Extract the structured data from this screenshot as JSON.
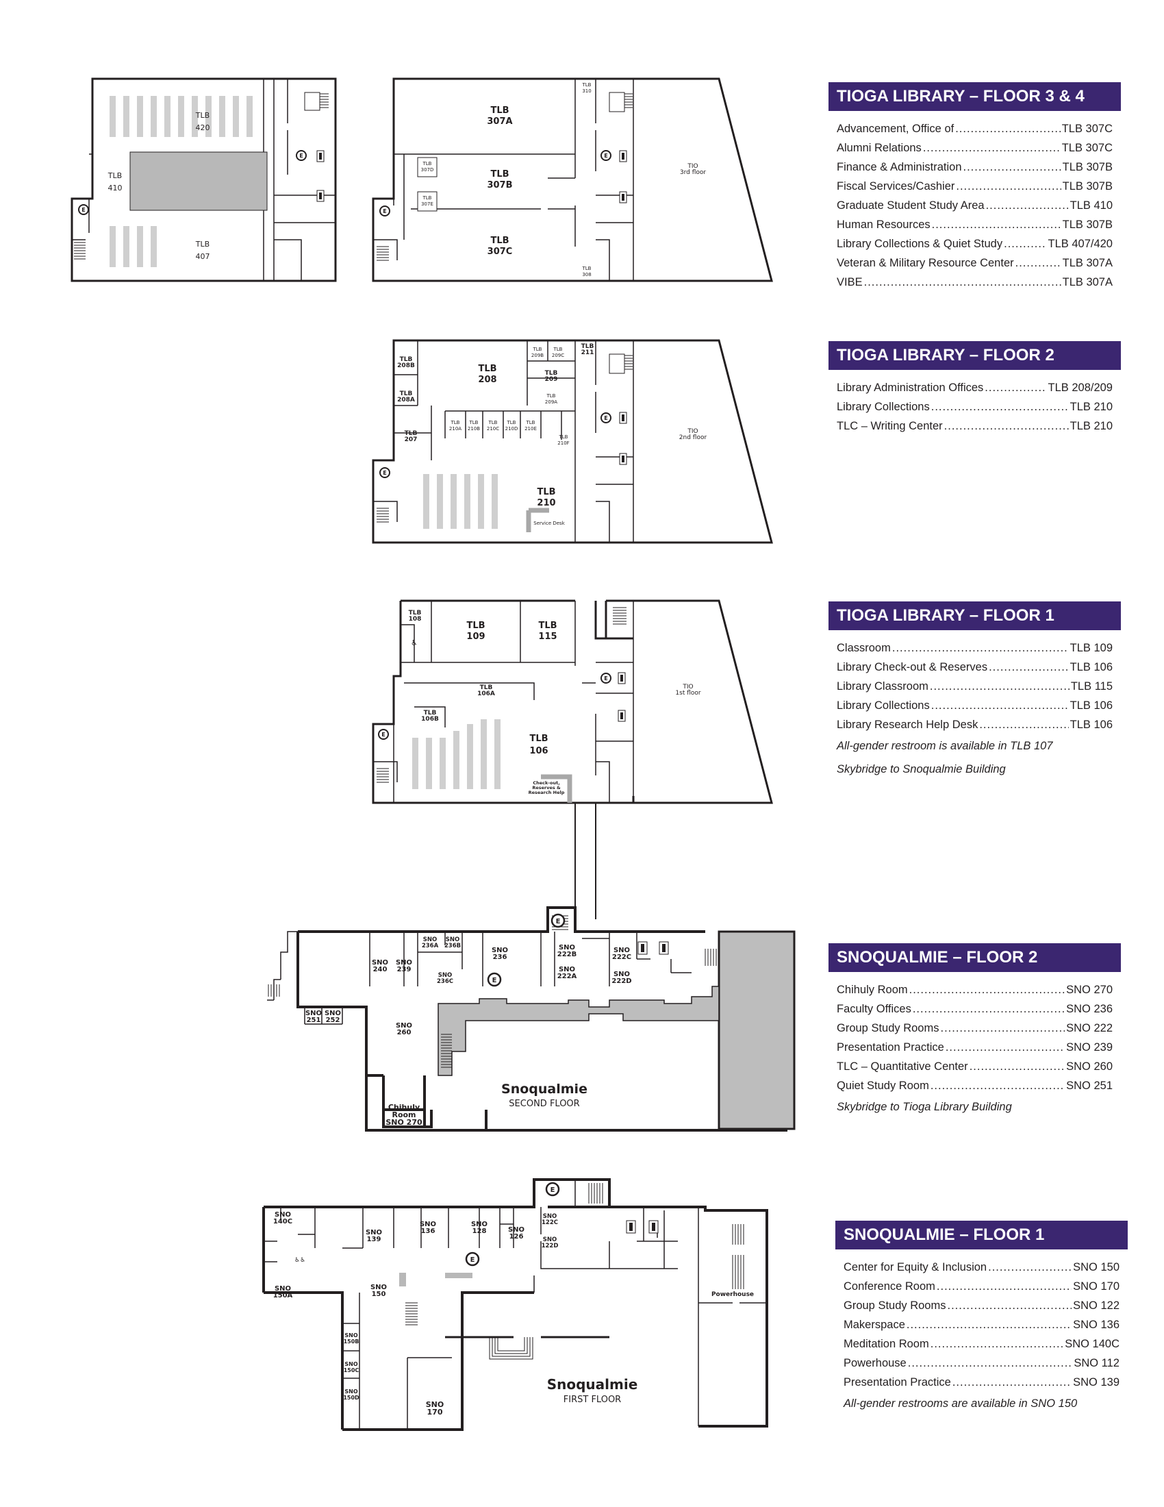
{
  "colors": {
    "header_bg": "#3b2670",
    "header_text": "#ffffff",
    "wall": "#231f20",
    "shaded": "#c8c8c8",
    "shelf": "#cfcfcf"
  },
  "icons": {
    "elevator": "elevator-icon",
    "restroom": "restroom-icon",
    "stairs": "stairs-icon",
    "accessible": "accessible-icon"
  },
  "elevator_mark": "E",
  "legends": {
    "tioga_3_4": {
      "title": "TIOGA LIBRARY – FLOOR 3 & 4",
      "items": [
        {
          "name": "Advancement, Office of",
          "room": "TLB 307C"
        },
        {
          "name": "Alumni Relations",
          "room": "TLB 307C"
        },
        {
          "name": "Finance & Administration",
          "room": "TLB 307B"
        },
        {
          "name": "Fiscal Services/Cashier",
          "room": "TLB 307B"
        },
        {
          "name": "Graduate Student Study Area",
          "room": "TLB 410"
        },
        {
          "name": "Human Resources",
          "room": "TLB 307B"
        },
        {
          "name": "Library Collections & Quiet Study",
          "room": "TLB 407/420"
        },
        {
          "name": "Veteran & Military Resource Center",
          "room": "TLB 307A"
        },
        {
          "name": "VIBE",
          "room": "TLB 307A"
        }
      ]
    },
    "tioga_2": {
      "title": "TIOGA LIBRARY – FLOOR 2",
      "items": [
        {
          "name": "Library Administration Offices",
          "room": "TLB 208/209"
        },
        {
          "name": "Library Collections",
          "room": "TLB 210"
        },
        {
          "name": "TLC – Writing Center",
          "room": "TLB 210"
        }
      ]
    },
    "tioga_1": {
      "title": "TIOGA LIBRARY – FLOOR 1",
      "items": [
        {
          "name": "Classroom",
          "room": "TLB 109"
        },
        {
          "name": "Library Check-out & Reserves",
          "room": "TLB 106"
        },
        {
          "name": "Library Classroom",
          "room": "TLB 115"
        },
        {
          "name": "Library Collections",
          "room": "TLB 106"
        },
        {
          "name": "Library Research Help Desk",
          "room": "TLB 106"
        }
      ],
      "notes": [
        "All-gender restroom is available in TLB 107",
        "Skybridge to Snoqualmie Building"
      ]
    },
    "sno_2": {
      "title": "SNOQUALMIE – FLOOR 2",
      "items": [
        {
          "name": "Chihuly Room",
          "room": "SNO 270"
        },
        {
          "name": "Faculty Offices",
          "room": "SNO 236"
        },
        {
          "name": "Group Study Rooms",
          "room": "SNO 222"
        },
        {
          "name": "Presentation Practice",
          "room": "SNO 239"
        },
        {
          "name": "TLC – Quantitative Center",
          "room": "SNO 260"
        },
        {
          "name": "Quiet Study Room",
          "room": "SNO 251"
        }
      ],
      "notes": [
        "Skybridge to Tioga Library Building"
      ]
    },
    "sno_1": {
      "title": "SNOQUALMIE – FLOOR 1",
      "items": [
        {
          "name": "Center for Equity & Inclusion",
          "room": "SNO 150"
        },
        {
          "name": "Conference Room",
          "room": "SNO 170"
        },
        {
          "name": "Group Study Rooms",
          "room": "SNO 122"
        },
        {
          "name": "Makerspace",
          "room": "SNO 136"
        },
        {
          "name": "Meditation Room",
          "room": "SNO 140C"
        },
        {
          "name": "Powerhouse",
          "room": "SNO 112"
        },
        {
          "name": "Presentation Practice",
          "room": "SNO 139"
        }
      ],
      "notes": [
        "All-gender restrooms are available in SNO 150"
      ]
    }
  },
  "plans": {
    "t4": {
      "r420": [
        "TLB",
        "420"
      ],
      "r410": [
        "TLB",
        "410"
      ],
      "r407": [
        "TLB",
        "407"
      ]
    },
    "t3": {
      "r307a": [
        "TLB",
        "307A"
      ],
      "r307b": [
        "TLB",
        "307B"
      ],
      "r307c": [
        "TLB",
        "307C"
      ],
      "r307d": [
        "TLB",
        "307D"
      ],
      "r307e": [
        "TLB",
        "307E"
      ],
      "r310": [
        "TLB",
        "310"
      ],
      "r308": [
        "TLB",
        "308"
      ],
      "tio": [
        "TIO",
        "3rd floor"
      ]
    },
    "t2": {
      "r208b": [
        "TLB",
        "208B"
      ],
      "r208": [
        "TLB",
        "208"
      ],
      "r209b": [
        "TLB",
        "209B"
      ],
      "r209c": [
        "TLB",
        "209C"
      ],
      "r211": [
        "TLB",
        "211"
      ],
      "r209": [
        "TLB",
        "209"
      ],
      "r208a": [
        "TLB",
        "208A"
      ],
      "r209a": [
        "TLB",
        "209A"
      ],
      "r207": [
        "TLB",
        "207"
      ],
      "r210a": [
        "TLB",
        "210A"
      ],
      "r210b": [
        "TLB",
        "210B"
      ],
      "r210c": [
        "TLB",
        "210C"
      ],
      "r210d": [
        "TLB",
        "210D"
      ],
      "r210e": [
        "TLB",
        "210E"
      ],
      "r210f": [
        "TLB",
        "210F"
      ],
      "r210": [
        "TLB",
        "210"
      ],
      "service": "Service Desk",
      "tio": [
        "TIO",
        "2nd floor"
      ]
    },
    "t1": {
      "r108": [
        "TLB",
        "108"
      ],
      "r109": [
        "TLB",
        "109"
      ],
      "r115": [
        "TLB",
        "115"
      ],
      "r106a": [
        "TLB",
        "106A"
      ],
      "r106b": [
        "TLB",
        "106B"
      ],
      "r106": [
        "TLB",
        "106"
      ],
      "desk": [
        "Check-out,",
        "Reserves &",
        "Research Help"
      ],
      "tio": [
        "TIO",
        "1st floor"
      ]
    },
    "s2": {
      "r240": [
        "SNO",
        "240"
      ],
      "r239": [
        "SNO",
        "239"
      ],
      "r236a": [
        "SNO",
        "236A"
      ],
      "r236b": [
        "SNO",
        "236B"
      ],
      "r236": [
        "SNO",
        "236"
      ],
      "r236c": [
        "SNO",
        "236C"
      ],
      "r222b": [
        "SNO",
        "222B"
      ],
      "r222a": [
        "SNO",
        "222A"
      ],
      "r222c": [
        "SNO",
        "222C"
      ],
      "r222d": [
        "SNO",
        "222D"
      ],
      "r251": [
        "SNO",
        "251"
      ],
      "r252": [
        "SNO",
        "252"
      ],
      "r260": [
        "SNO",
        "260"
      ],
      "chihuly": [
        "Chihuly",
        "Room",
        "SNO 270"
      ],
      "name": "Snoqualmie",
      "floor": "SECOND FLOOR"
    },
    "s1": {
      "r140c": [
        "SNO",
        "140C"
      ],
      "r139": [
        "SNO",
        "139"
      ],
      "r136": [
        "SNO",
        "136"
      ],
      "r128": [
        "SNO",
        "128"
      ],
      "r126": [
        "SNO",
        "126"
      ],
      "r122c": [
        "SNO",
        "122C"
      ],
      "r122d": [
        "SNO",
        "122D"
      ],
      "r150a": [
        "SNO",
        "150A"
      ],
      "r150": [
        "SNO",
        "150"
      ],
      "r150b": [
        "SNO",
        "150B"
      ],
      "r150c": [
        "SNO",
        "150C"
      ],
      "r150d": [
        "SNO",
        "150D"
      ],
      "r170": [
        "SNO",
        "170"
      ],
      "powerhouse": "Powerhouse",
      "name": "Snoqualmie",
      "floor": "FIRST FLOOR"
    }
  }
}
